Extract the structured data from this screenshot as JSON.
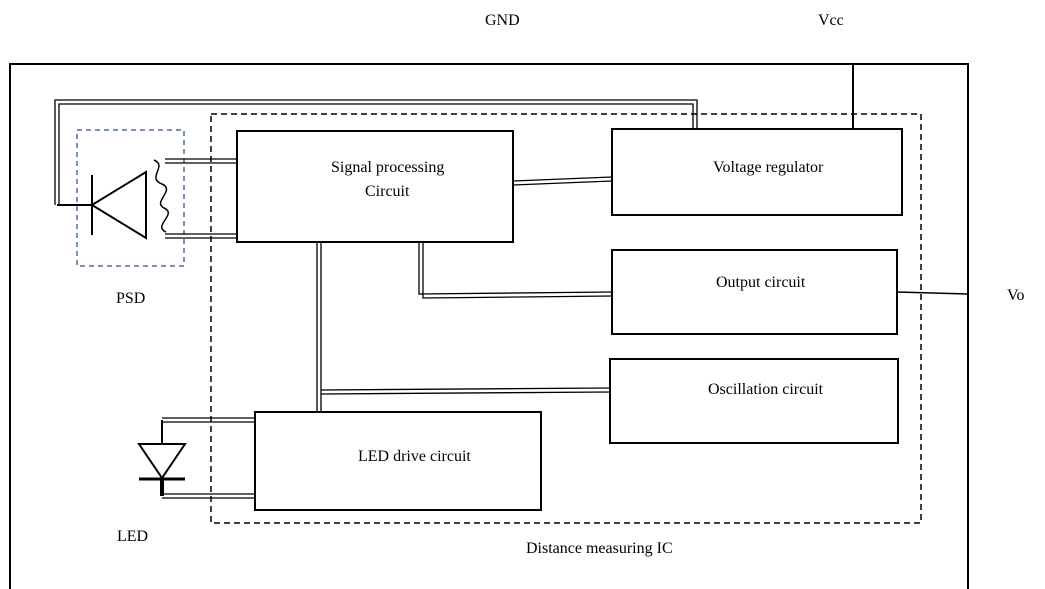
{
  "terminals": {
    "gnd": "GND",
    "vcc": "Vcc",
    "vo": "Vo"
  },
  "components": {
    "psd": "PSD",
    "led": "LED"
  },
  "blocks": {
    "signal_processing_line1": "Signal processing",
    "signal_processing_line2": "Circuit",
    "voltage_regulator": "Voltage regulator",
    "output_circuit": "Output circuit",
    "oscillation_circuit": "Oscillation circuit",
    "led_drive_circuit": "LED drive circuit"
  },
  "ic_label": "Distance measuring IC",
  "colors": {
    "line": "#000000",
    "psd_outline": "#4a6f9a"
  }
}
